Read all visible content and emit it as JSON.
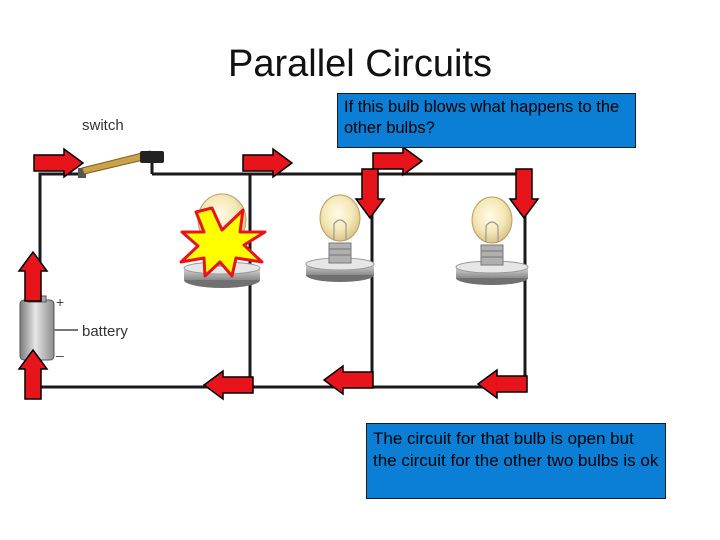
{
  "slide": {
    "title": "Parallel Circuits"
  },
  "callouts": {
    "question": "If this bulb blows what happens to the other bulbs?",
    "answer": "The circuit for that bulb is open but the circuit for the other two bulbs is ok"
  },
  "diagram": {
    "switch_label": "switch",
    "battery_label": "battery",
    "battery_plus": "+",
    "battery_minus": "–"
  },
  "colors": {
    "arrow": "#e8141c",
    "callout_bg": "#0b7fd6",
    "wire": "#1a1a1a",
    "burst": "#ffff00"
  }
}
